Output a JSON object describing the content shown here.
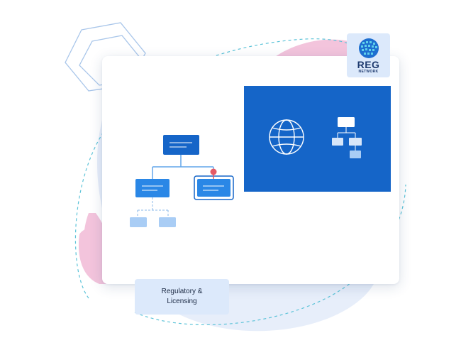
{
  "logo": {
    "title": "REG",
    "subtitle": "NETWORK"
  },
  "label": {
    "text": "Regulatory & Licensing"
  },
  "icons": {
    "globe": "globe-icon",
    "hierarchy": "hierarchy-icon",
    "pin": "location-pin-icon"
  },
  "colors": {
    "panel_blue": "#1565c8",
    "node_dark": "#1565c8",
    "node_mid": "#2a87e6",
    "node_light": "#a9cdf5",
    "pink_blob": "#f2c3dc",
    "pale_blob": "#e6eefa",
    "label_bg": "#dce9fb",
    "pin_red": "#e45a66"
  }
}
